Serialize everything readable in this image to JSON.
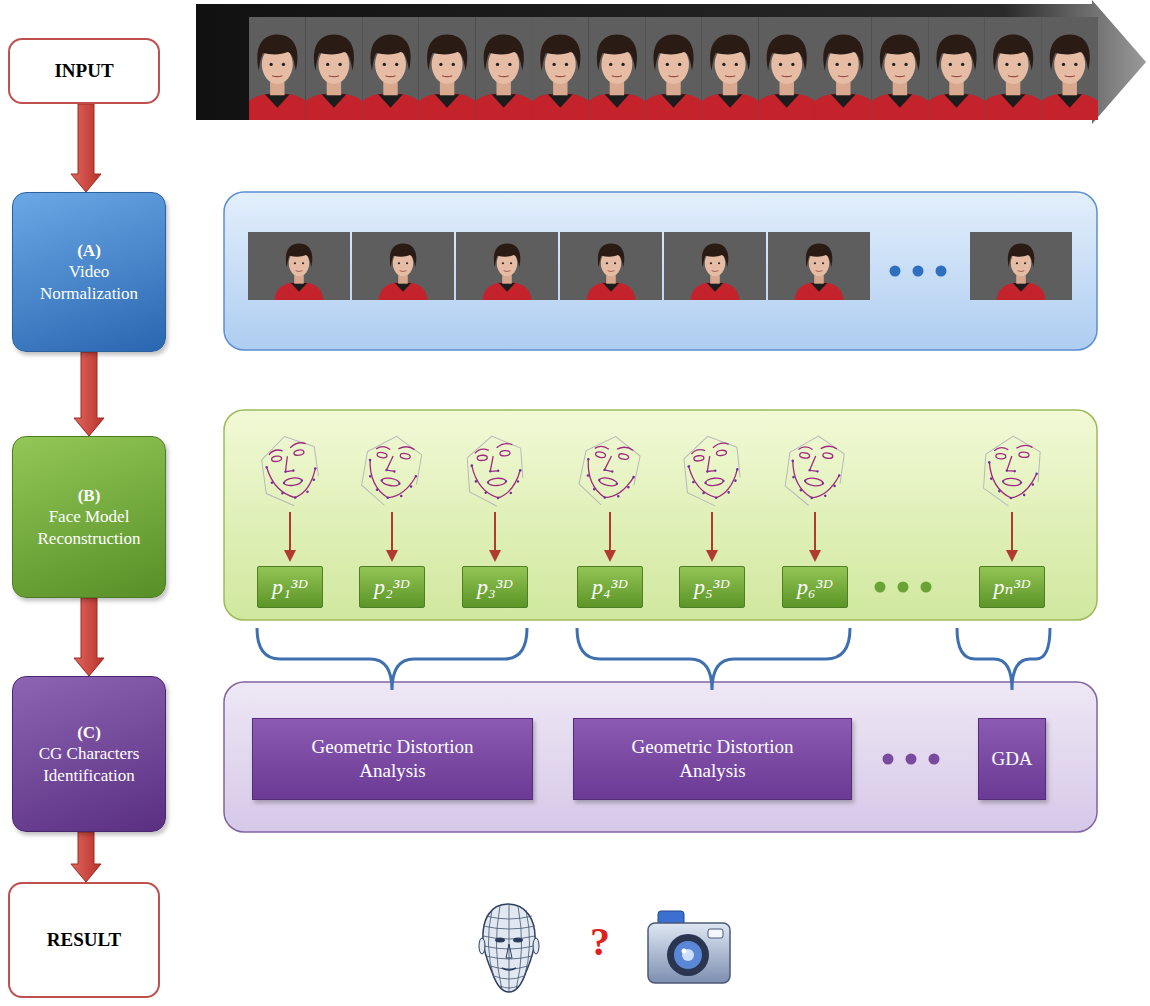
{
  "diagram": {
    "nodes": [
      {
        "text": [
          "INPUT"
        ]
      },
      {
        "text": [
          "(A)",
          "Video Normalization"
        ]
      },
      {
        "text": [
          "(B)",
          "Face Model Reconstruction"
        ]
      },
      {
        "text": [
          "(C)",
          "CG Characters Identification"
        ]
      },
      {
        "text": [
          "RESULT"
        ]
      },
      {
        "text": [
          "p₁³ᴰ"
        ]
      },
      {
        "text": [
          "p₂³ᴰ"
        ]
      },
      {
        "text": [
          "p₃³ᴰ"
        ]
      },
      {
        "text": [
          "p₄³ᴰ"
        ]
      },
      {
        "text": [
          "p₅³ᴰ"
        ]
      },
      {
        "text": [
          "p₆³ᴰ"
        ]
      },
      {
        "text": [
          "pₙ³ᴰ"
        ]
      },
      {
        "text": [
          "Geometric Distortion Analysis"
        ]
      },
      {
        "text": [
          "Geometric Distortion Analysis"
        ]
      },
      {
        "text": [
          "GDA"
        ]
      }
    ],
    "edges": [
      {
        "from": 0,
        "to": 1,
        "arrow": "to"
      },
      {
        "from": 1,
        "to": 2,
        "arrow": "to"
      },
      {
        "from": 2,
        "to": 3,
        "arrow": "to"
      },
      {
        "from": 3,
        "to": 4,
        "arrow": "to"
      }
    ],
    "labels": [
      "?"
    ]
  }
}
